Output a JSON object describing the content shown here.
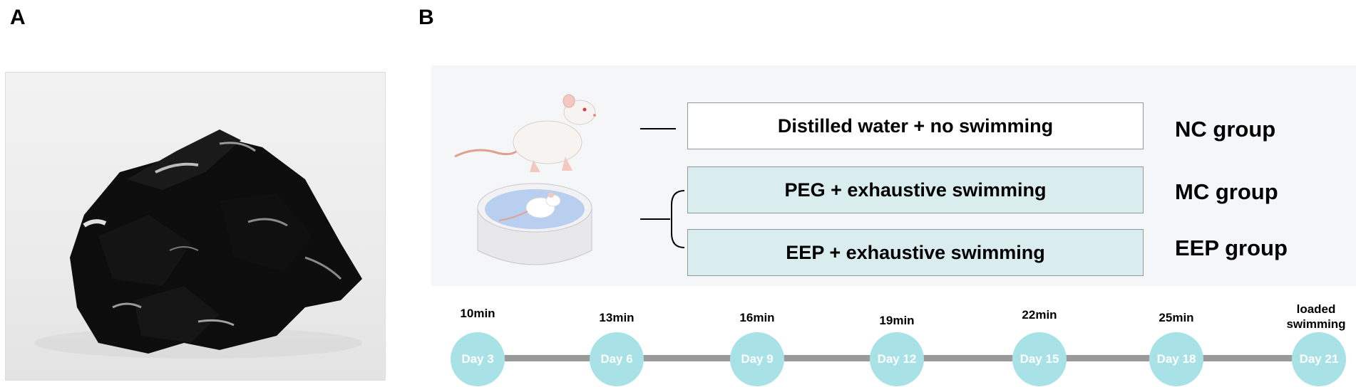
{
  "panels": {
    "a_label": "A",
    "b_label": "B"
  },
  "groups": [
    {
      "box_text": "Distilled water + no swimming",
      "name": "NC group",
      "fill": "#ffffff"
    },
    {
      "box_text": "PEG  + exhaustive swimming",
      "name": "MC group",
      "fill": "#d9ecee"
    },
    {
      "box_text": "EEP + exhaustive swimming",
      "name": "EEP group",
      "fill": "#d9ecee"
    }
  ],
  "timeline": [
    {
      "day": "Day 3",
      "duration": "10min"
    },
    {
      "day": "Day 6",
      "duration": "13min"
    },
    {
      "day": "Day 9",
      "duration": "16min"
    },
    {
      "day": "Day 12",
      "duration": "19min"
    },
    {
      "day": "Day 15",
      "duration": "22min"
    },
    {
      "day": "Day 18",
      "duration": "25min"
    },
    {
      "day": "Day 21",
      "duration": "loaded swimming"
    }
  ],
  "colors": {
    "day_circle": "#a8e2e6",
    "track": "#9a9a9a",
    "box_fill": "#d9ecee"
  }
}
